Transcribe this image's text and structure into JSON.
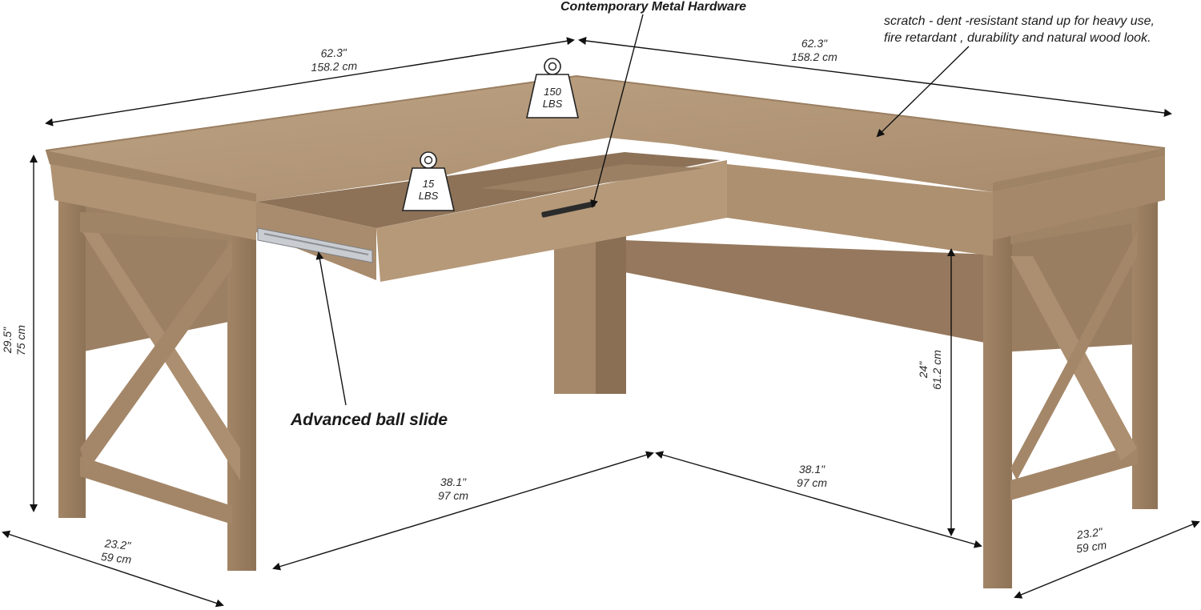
{
  "callouts": {
    "hardware": "Contemporary Metal Hardware",
    "ball_slide": "Advanced ball slide",
    "surface_line1": "scratch - dent -resistant stand up for heavy use,",
    "surface_line2": "fire retardant , durability and natural wood look."
  },
  "weights": {
    "top": {
      "value": "150",
      "unit": "LBS"
    },
    "drawer": {
      "value": "15",
      "unit": "LBS"
    }
  },
  "dimensions": {
    "top_left_width": {
      "imperial": "62.3\"",
      "metric": "158.2 cm"
    },
    "top_right_width": {
      "imperial": "62.3\"",
      "metric": "158.2 cm"
    },
    "overall_height": {
      "imperial": "29.5\"",
      "metric": "75 cm"
    },
    "knee_height": {
      "imperial": "24\"",
      "metric": "61.2 cm"
    },
    "inner_left": {
      "imperial": "38.1\"",
      "metric": "97 cm"
    },
    "inner_right": {
      "imperial": "38.1\"",
      "metric": "97 cm"
    },
    "depth_left": {
      "imperial": "23.2\"",
      "metric": "59 cm"
    },
    "depth_right": {
      "imperial": "23.2\"",
      "metric": "59 cm"
    }
  },
  "colors": {
    "wood_light": "#b49a7c",
    "wood_mid": "#a68a6b",
    "wood_dark": "#8c7257",
    "line": "#111111"
  }
}
